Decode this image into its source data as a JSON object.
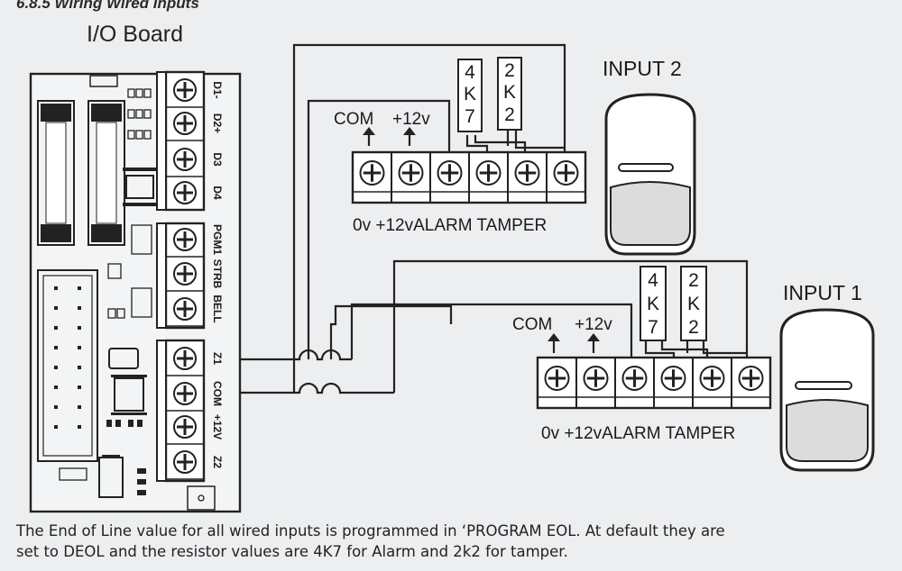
{
  "page": {
    "section_title": "6.8.5 Wiring Wired Inputs",
    "board_title": "I/O Board",
    "caption_line1": "The End of Line value for all wired inputs is programmed in ‘PROGRAM EOL. At default they are",
    "caption_line2": "set to DEOL and the resistor values are 4K7 for Alarm and 2k2 for tamper."
  },
  "io_board": {
    "terminals": [
      "D1-",
      "D2+",
      "D3",
      "D4",
      "PGM1",
      "STRB",
      "BELL",
      "Z1",
      "COM",
      "+12V",
      "Z2"
    ]
  },
  "input2": {
    "title": "INPUT 2",
    "com_label": "COM",
    "plus12_label": "+12v",
    "resistor_alarm": [
      "4",
      "K",
      "7"
    ],
    "resistor_tamper": [
      "2",
      "K",
      "2"
    ],
    "terminal_row_label": "0v +12vALARM TAMPER"
  },
  "input1": {
    "title": "INPUT 1",
    "com_label": "COM",
    "plus12_label": "+12v",
    "resistor_alarm": [
      "4",
      "K",
      "7"
    ],
    "resistor_tamper": [
      "2",
      "K",
      "2"
    ],
    "terminal_row_label": "0v +12vALARM TAMPER"
  }
}
